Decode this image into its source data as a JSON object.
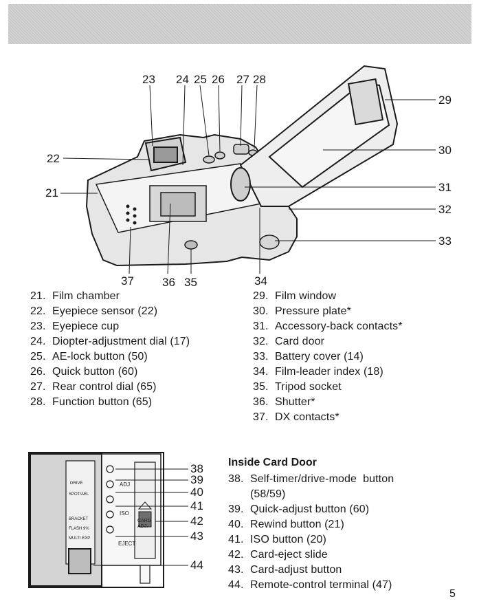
{
  "callouts_main": [
    "21",
    "22",
    "23",
    "24",
    "25",
    "26",
    "27",
    "28",
    "29",
    "30",
    "31",
    "32",
    "33",
    "34",
    "35",
    "36",
    "37"
  ],
  "callouts_card": [
    "38",
    "39",
    "40",
    "41",
    "42",
    "43",
    "44"
  ],
  "left_list": [
    {
      "n": "21.",
      "text": "Film chamber"
    },
    {
      "n": "22.",
      "text": "Eyepiece sensor (22)"
    },
    {
      "n": "23.",
      "text": "Eyepiece cup"
    },
    {
      "n": "24.",
      "text": "Diopter-adjustment dial (17)"
    },
    {
      "n": "25.",
      "text": "AE-lock button (50)"
    },
    {
      "n": "26.",
      "text": "Quick button (60)"
    },
    {
      "n": "27.",
      "text": "Rear control dial (65)"
    },
    {
      "n": "28.",
      "text": "Function button (65)"
    }
  ],
  "right_list": [
    {
      "n": "29.",
      "text": "Film window"
    },
    {
      "n": "30.",
      "text": "Pressure plate*"
    },
    {
      "n": "31.",
      "text": "Accessory-back contacts*"
    },
    {
      "n": "32.",
      "text": "Card door"
    },
    {
      "n": "33.",
      "text": "Battery cover (14)"
    },
    {
      "n": "34.",
      "text": "Film-leader index (18)"
    },
    {
      "n": "35.",
      "text": "Tripod socket"
    },
    {
      "n": "36.",
      "text": "Shutter*"
    },
    {
      "n": "37.",
      "text": "DX contacts*"
    }
  ],
  "card_door": {
    "title": "Inside Card Door",
    "items": [
      {
        "n": "38.",
        "text": "Self-timer/drive-mode  button",
        "cont": "(58/59)"
      },
      {
        "n": "39.",
        "text": "Quick-adjust button (60)"
      },
      {
        "n": "40.",
        "text": "Rewind button (21)"
      },
      {
        "n": "41.",
        "text": "ISO button (20)"
      },
      {
        "n": "42.",
        "text": "Card-eject slide"
      },
      {
        "n": "43.",
        "text": "Card-adjust button"
      },
      {
        "n": "44.",
        "text": "Remote-control terminal (47)"
      }
    ],
    "panel_labels": {
      "adj": "ADJ",
      "iso": "ISO",
      "card": "CARD",
      "adj2": "ADJ.",
      "eject": "EJECT",
      "drive": "DRIVE",
      "spot": "SPOT/AEL",
      "bracket": "BRACKET",
      "flash": "FLASH 9%",
      "multi": "MULTI EXP"
    }
  },
  "page_number": "5",
  "colors": {
    "ink": "#1a1a1a",
    "band": "#d2d2d2",
    "camera_fill": "#e6e6e6"
  }
}
